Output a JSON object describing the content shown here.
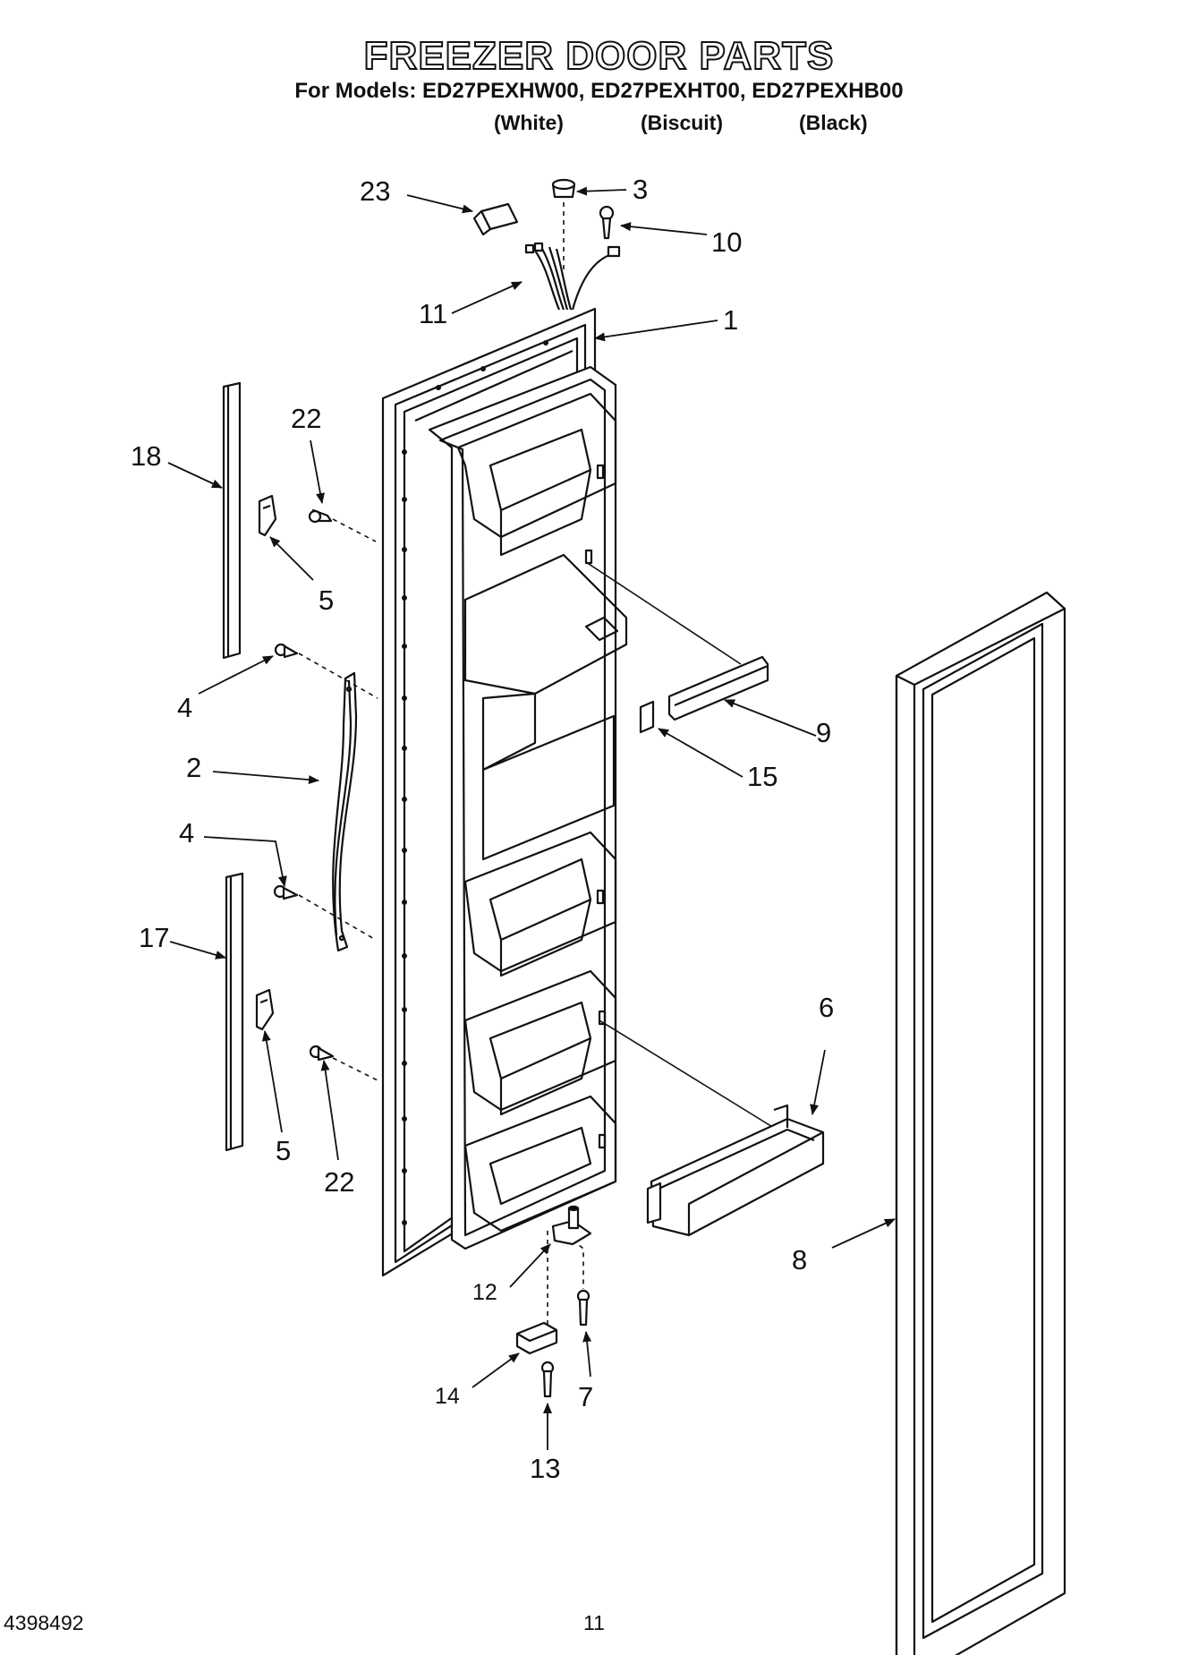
{
  "header": {
    "title": "FREEZER DOOR PARTS",
    "models_line": "For Models: ED27PEXHW00, ED27PEXHT00, ED27PEXHB00",
    "variants": [
      "(White)",
      "(Biscuit)",
      "(Black)"
    ]
  },
  "callouts": {
    "c1": "1",
    "c2": "2",
    "c3": "3",
    "c4a": "4",
    "c4b": "4",
    "c5a": "5",
    "c5b": "5",
    "c6": "6",
    "c7": "7",
    "c8": "8",
    "c9": "9",
    "c10": "10",
    "c11": "11",
    "c12": "12",
    "c13": "13",
    "c14": "14",
    "c15": "15",
    "c17": "17",
    "c18": "18",
    "c22a": "22",
    "c22b": "22",
    "c23": "23"
  },
  "footer": {
    "doc_number": "4398492",
    "page_number": "11"
  }
}
